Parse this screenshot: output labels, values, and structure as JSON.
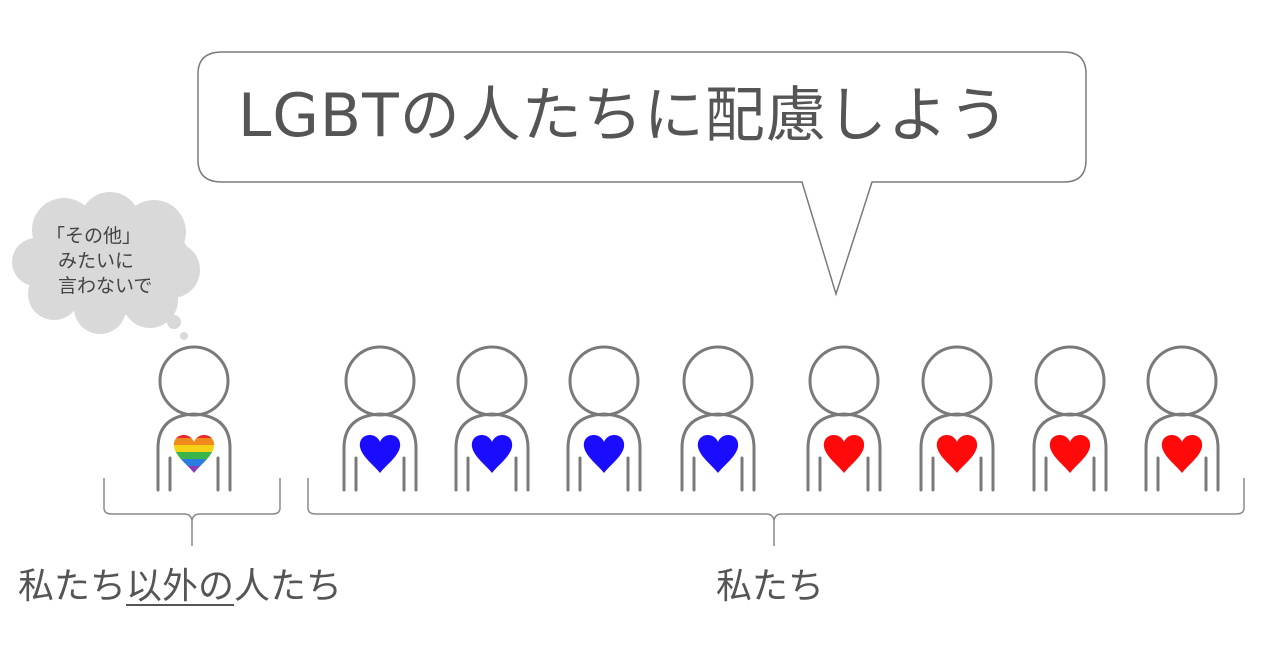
{
  "speech_bubble": {
    "text": "LGBTの人たちに配慮しよう"
  },
  "thought_cloud": {
    "lines": [
      "「その他」",
      "みたいに",
      "言わないで"
    ]
  },
  "labels": {
    "others_prefix": "私たち",
    "others_underlined": "以外の",
    "others_suffix": "人たち",
    "us": "私たち"
  },
  "people": [
    {
      "heart": "rainbow-heart-icon"
    },
    {
      "heart": "blue-heart-icon"
    },
    {
      "heart": "blue-heart-icon"
    },
    {
      "heart": "blue-heart-icon"
    },
    {
      "heart": "blue-heart-icon"
    },
    {
      "heart": "red-heart-icon"
    },
    {
      "heart": "red-heart-icon"
    },
    {
      "heart": "red-heart-icon"
    },
    {
      "heart": "red-heart-icon"
    }
  ],
  "colors": {
    "outline": "#7a7a7a",
    "text": "#555555",
    "blue_heart": "#1a0cff",
    "red_heart": "#ff0a0a",
    "cloud": "#d9d9d9",
    "rainbow": [
      "#e8282b",
      "#f08a1c",
      "#f5d214",
      "#39b54a",
      "#2b7de0",
      "#8a3db8"
    ]
  }
}
